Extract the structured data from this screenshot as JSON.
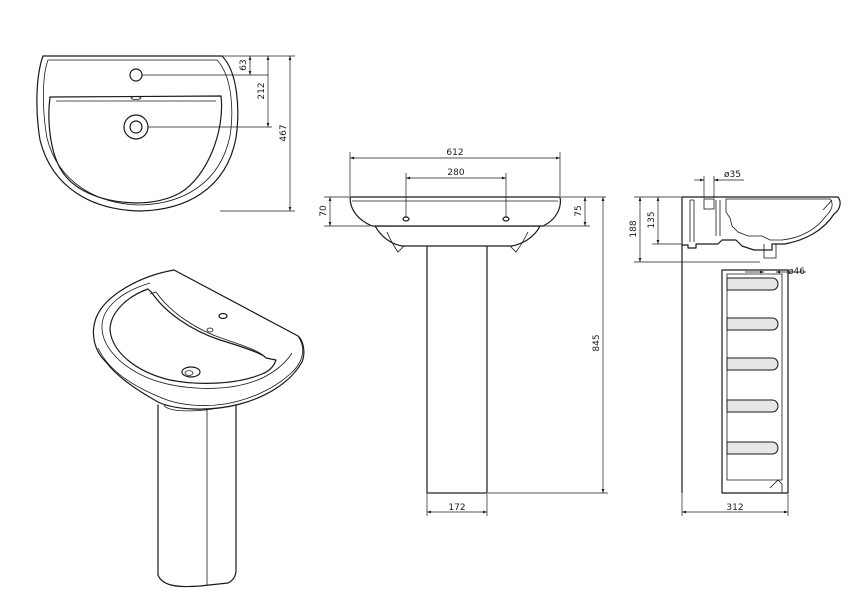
{
  "dimensions": {
    "top_tap_offset": "63",
    "top_waste_offset": "212",
    "top_depth": "467",
    "front_width": "612",
    "front_tap_spacing": "280",
    "front_rim_height": "70",
    "front_bowl_height": "75",
    "front_total_height": "845",
    "front_pedestal_width": "172",
    "side_tap_hole_dia": "ø35",
    "side_bowl_height": "188",
    "side_inner_depth": "135",
    "side_waste_dia": "ø46",
    "side_pedestal_depth": "312"
  }
}
